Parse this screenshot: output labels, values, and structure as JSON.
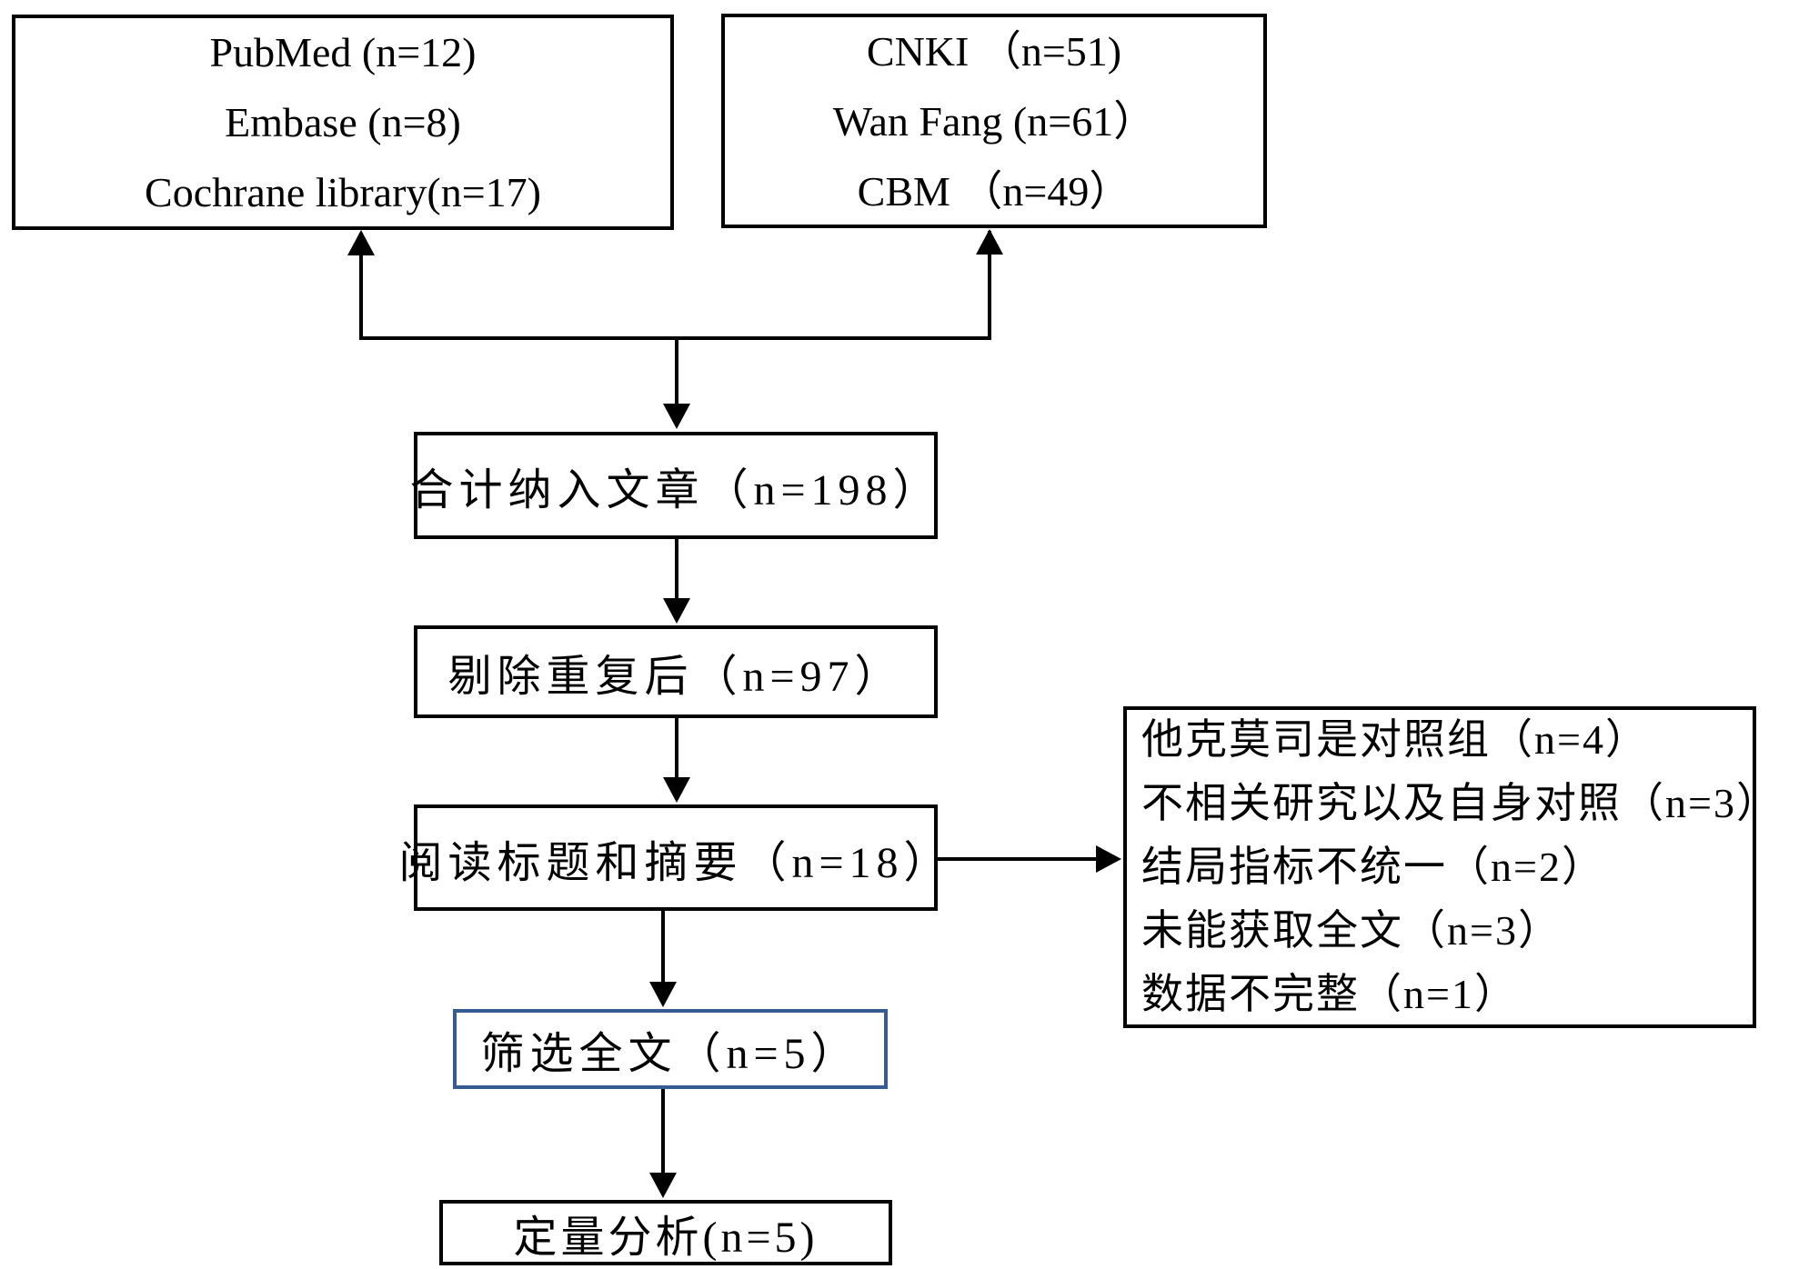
{
  "flow": {
    "sources_international": {
      "lines": [
        "PubMed (n=12)",
        "Embase (n=8)",
        "Cochrane library(n=17)"
      ]
    },
    "sources_chinese": {
      "lines": [
        "CNKI （n=51)",
        "Wan Fang (n=61）",
        "CBM （n=49）"
      ]
    },
    "total_included": "合计纳入文章（n=198）",
    "after_dedup": "剔除重复后（n=97）",
    "title_abstract": "阅读标题和摘要（n=18）",
    "fulltext_screen": "筛选全文（n=5）",
    "quantitative": "定量分析(n=5)",
    "exclusions": {
      "lines": [
        "他克莫司是对照组（n=4）",
        "不相关研究以及自身对照（n=3）",
        "结局指标不统一（n=2）",
        "未能获取全文（n=3）",
        "数据不完整（n=1）"
      ]
    },
    "colors": {
      "box_border": "#000000",
      "highlight_border": "#365a92",
      "text": "#000000",
      "background": "#ffffff"
    }
  }
}
